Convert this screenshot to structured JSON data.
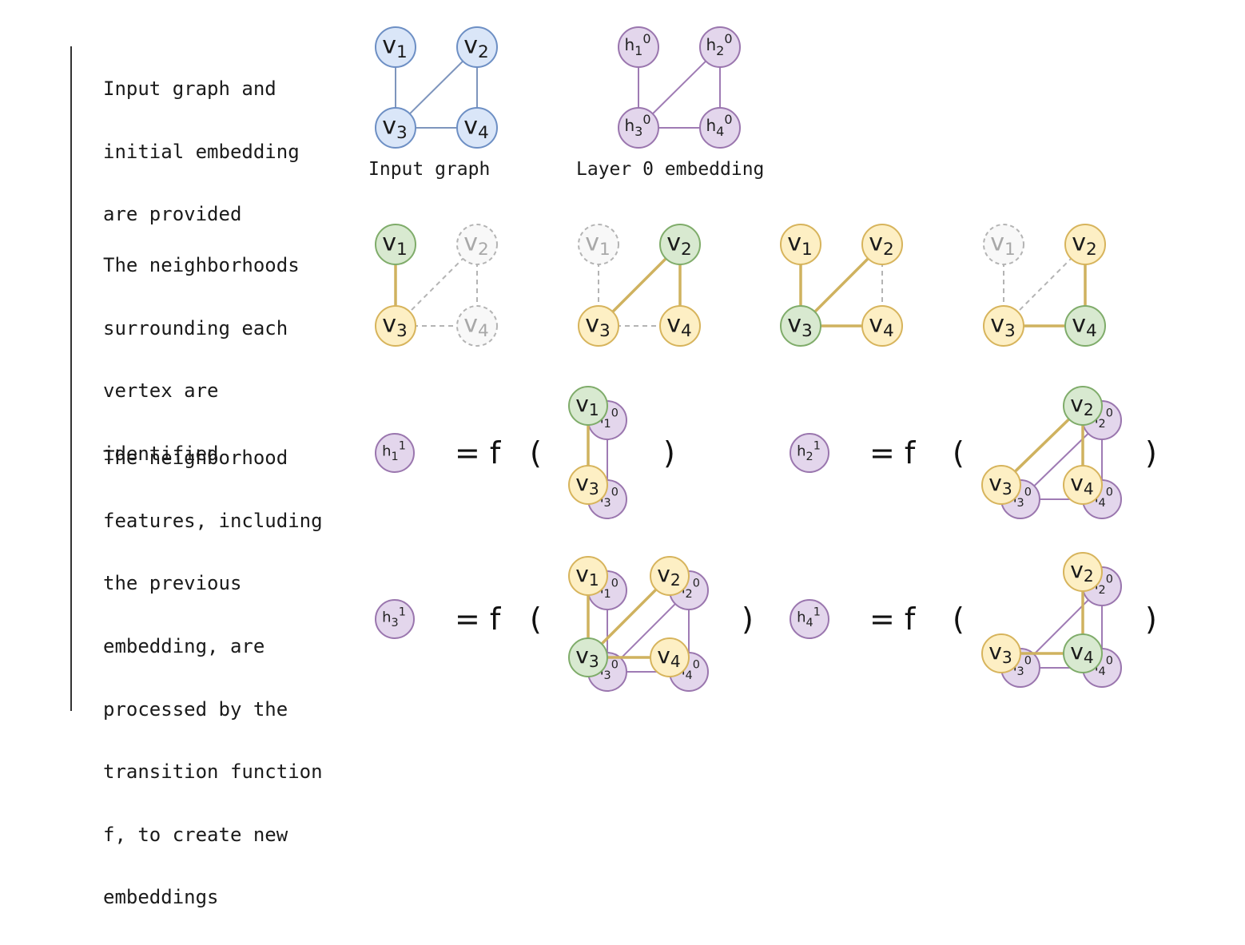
{
  "steps": [
    {
      "lines": [
        "Input graph and",
        "initial embedding",
        "are provided"
      ]
    },
    {
      "lines": [
        "The neighborhoods",
        "surrounding each",
        "vertex are",
        "identified"
      ]
    },
    {
      "lines": [
        "The neighborhood",
        "features, including",
        "the previous",
        "embedding, are",
        "processed by the",
        "transition function",
        "f, to create new",
        "embeddings"
      ]
    }
  ],
  "captions": {
    "input_graph": "Input graph",
    "layer0": "Layer 0 embedding"
  },
  "graph": {
    "vertices": [
      "v1",
      "v2",
      "v3",
      "v4"
    ],
    "edges": [
      [
        "v1",
        "v3"
      ],
      [
        "v2",
        "v3"
      ],
      [
        "v2",
        "v4"
      ],
      [
        "v3",
        "v4"
      ]
    ]
  },
  "equation": {
    "eq": "= f",
    "open": "(",
    "close": ")"
  },
  "colors": {
    "input_fill": "#dae6f8",
    "input_stroke": "#6d8fc4",
    "input_edge": "#7e95bd",
    "emb_fill": "#e3d6ec",
    "emb_stroke": "#9a76ae",
    "emb_edge": "#9f7bb4",
    "center_fill": "#d8e9d0",
    "center_stroke": "#7fac6a",
    "neigh_fill": "#fdefc4",
    "neigh_stroke": "#d7b45c",
    "neigh_edge": "#cfb25f",
    "inactive_fill": "#f8f8f8",
    "inactive_stroke": "#b4b4b4",
    "inactive_text": "#a8a8a8"
  }
}
